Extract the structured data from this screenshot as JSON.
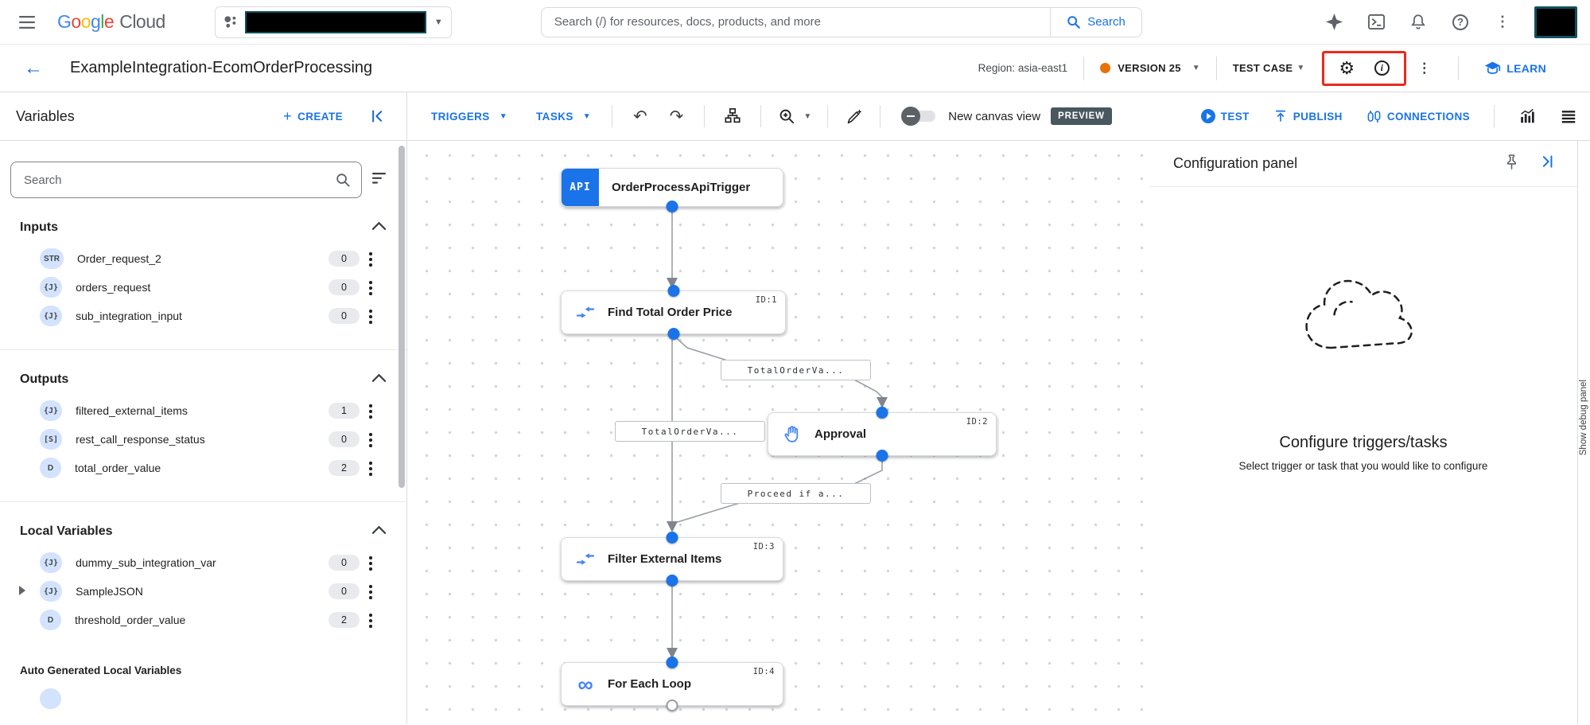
{
  "topbar": {
    "logo": {
      "google": "Google",
      "cloud": "Cloud"
    },
    "search": {
      "placeholder": "Search (/) for resources, docs, products, and more",
      "button": "Search"
    }
  },
  "header": {
    "title": "ExampleIntegration-EcomOrderProcessing",
    "region": "Region: asia-east1",
    "version": "VERSION 25",
    "test_case": "TEST CASE",
    "learn": "LEARN"
  },
  "toolbar": {
    "panel_title": "Variables",
    "create": "CREATE",
    "triggers": "TRIGGERS",
    "tasks": "TASKS",
    "canvas_toggle_label": "New canvas view",
    "preview_badge": "PREVIEW",
    "test": "TEST",
    "publish": "PUBLISH",
    "connections": "CONNECTIONS"
  },
  "sidebar": {
    "search_placeholder": "Search",
    "sections": [
      {
        "title": "Inputs",
        "items": [
          {
            "type": "STR",
            "label": "Order_request_2",
            "count": "0"
          },
          {
            "type": "{J}",
            "label": "orders_request",
            "count": "0"
          },
          {
            "type": "{J}",
            "label": "sub_integration_input",
            "count": "0"
          }
        ]
      },
      {
        "title": "Outputs",
        "items": [
          {
            "type": "{J}",
            "label": "filtered_external_items",
            "count": "1"
          },
          {
            "type": "[S]",
            "label": "rest_call_response_status",
            "count": "0"
          },
          {
            "type": "D",
            "label": "total_order_value",
            "count": "2"
          }
        ]
      },
      {
        "title": "Local Variables",
        "items": [
          {
            "type": "{J}",
            "label": "dummy_sub_integration_var",
            "count": "0"
          },
          {
            "type": "{J}",
            "label": "SampleJSON",
            "count": "0"
          },
          {
            "type": "D",
            "label": "threshold_order_value",
            "count": "2"
          }
        ]
      }
    ],
    "auto_section_title": "Auto Generated Local Variables"
  },
  "canvas": {
    "api_badge": "API",
    "nodes": [
      {
        "id_label": "",
        "title": "OrderProcessApiTrigger"
      },
      {
        "id_label": "ID:1",
        "title": "Find Total Order Price"
      },
      {
        "id_label": "ID:2",
        "title": "Approval"
      },
      {
        "id_label": "ID:3",
        "title": "Filter External Items"
      },
      {
        "id_label": "ID:4",
        "title": "For Each Loop"
      }
    ],
    "edge_labels": [
      "TotalOrderVa...",
      "TotalOrderVa...",
      "Proceed if a..."
    ]
  },
  "config_panel": {
    "title": "Configuration panel",
    "heading": "Configure triggers/tasks",
    "subheading": "Select trigger or task that you would like to configure"
  },
  "debug_strip": {
    "label": "Show debug panel"
  },
  "colors": {
    "accent": "#1a73e8",
    "version_dot": "#e8710a",
    "highlight_red": "#ea2a1b",
    "preview_badge_bg": "#49575f",
    "type_badge_bg": "#d3e3fd",
    "count_badge_bg": "#e9eaed"
  }
}
